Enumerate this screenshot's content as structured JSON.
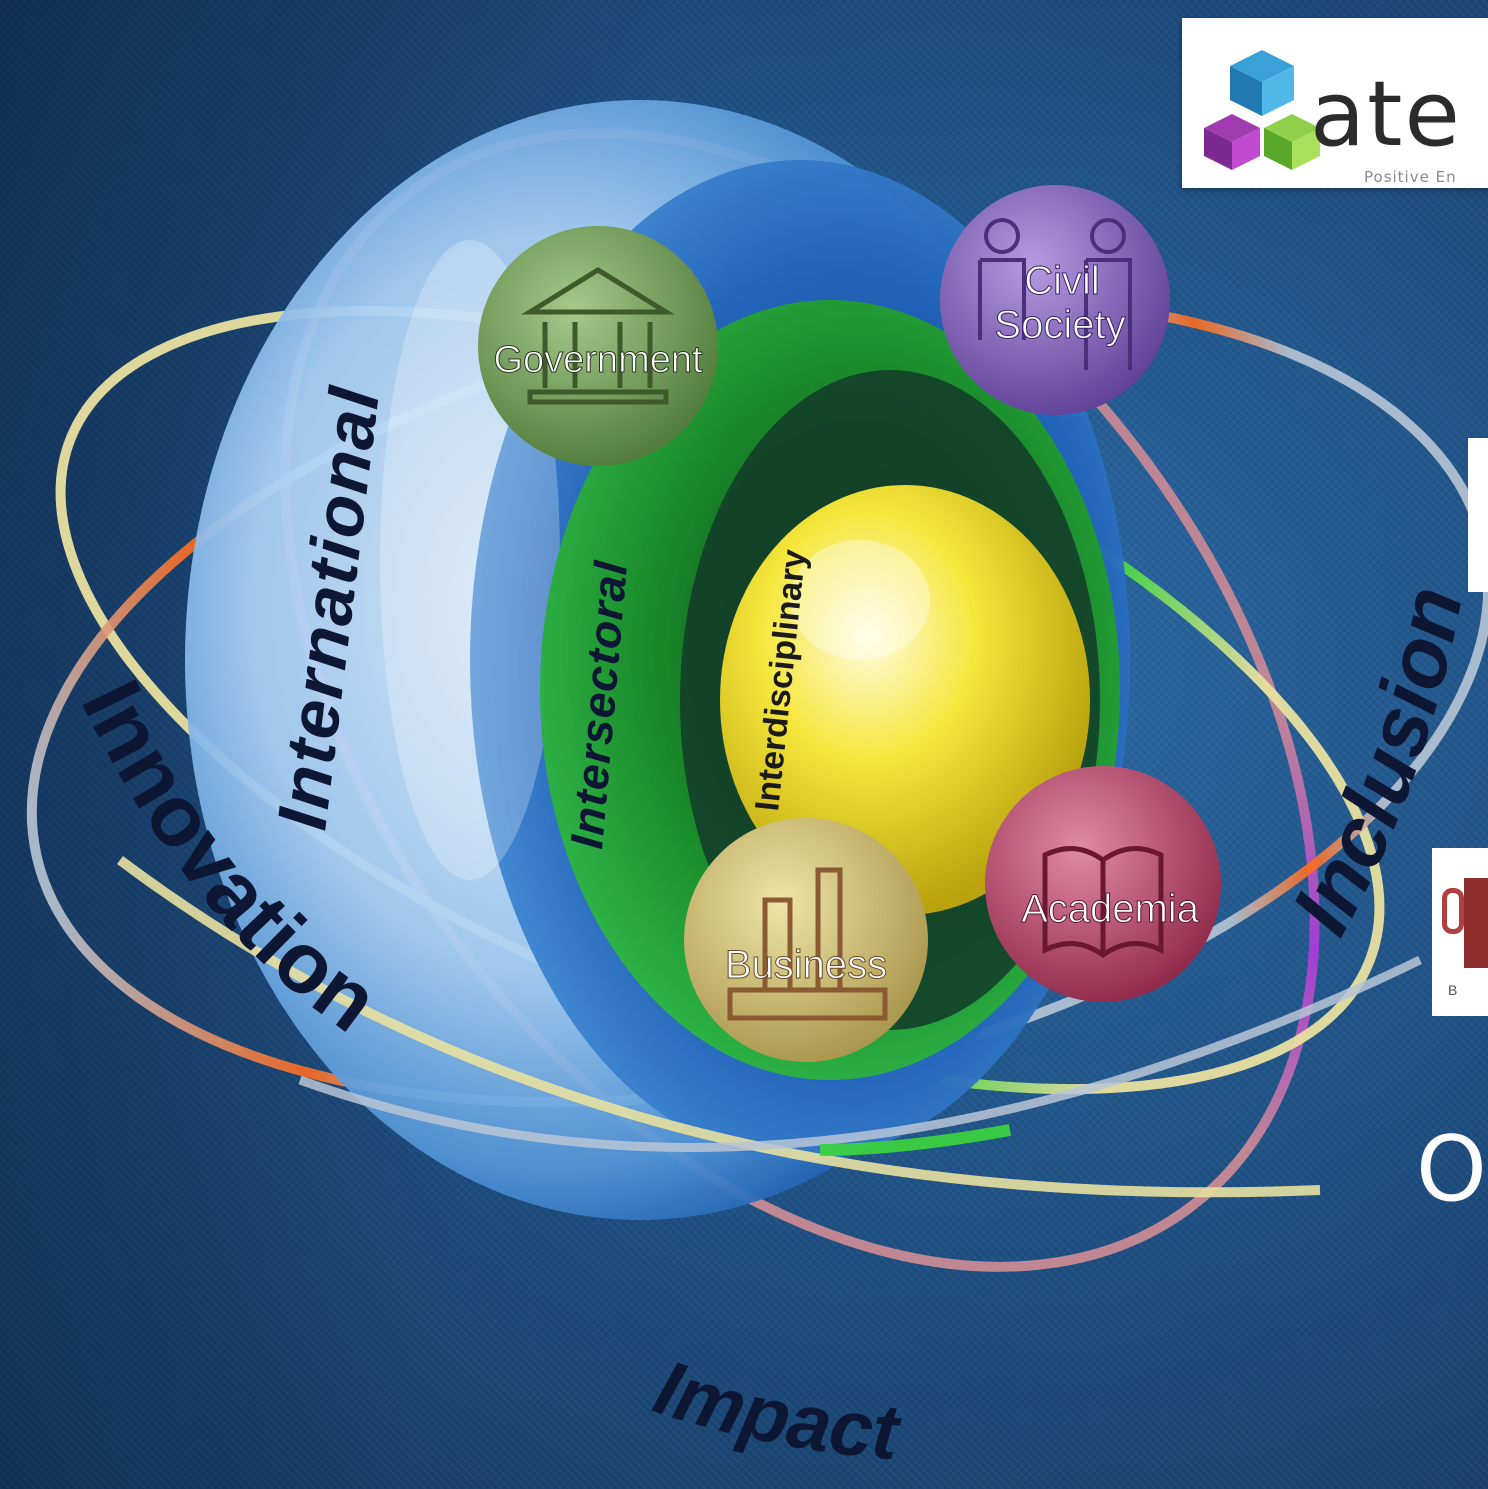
{
  "rings": {
    "international": "International",
    "intersectoral": "Intersectoral",
    "interdisciplinary": "Interdisciplinary"
  },
  "spheres": {
    "government": "Government",
    "civil_society_line1": "Civil",
    "civil_society_line2": "Society",
    "business": "Business",
    "academia": "Academia"
  },
  "orbits": {
    "innovation": "Innovation",
    "inclusion": "Inclusion",
    "impact": "Impact"
  },
  "logo_top": {
    "wordmark": "ate",
    "tagline": "Positive En"
  },
  "logo_bottom": {
    "letter": "B"
  },
  "edge_text": "O",
  "colors": {
    "background": "#1f5286",
    "outer_ring": "#9cc6f2",
    "middle_ring": "#1e8f2e",
    "core": "#f2e23a",
    "government_sphere": "#6f9a52",
    "civil_society_sphere": "#8a6bb8",
    "business_sphere": "#c9b86a",
    "academia_sphere": "#b8486a"
  }
}
